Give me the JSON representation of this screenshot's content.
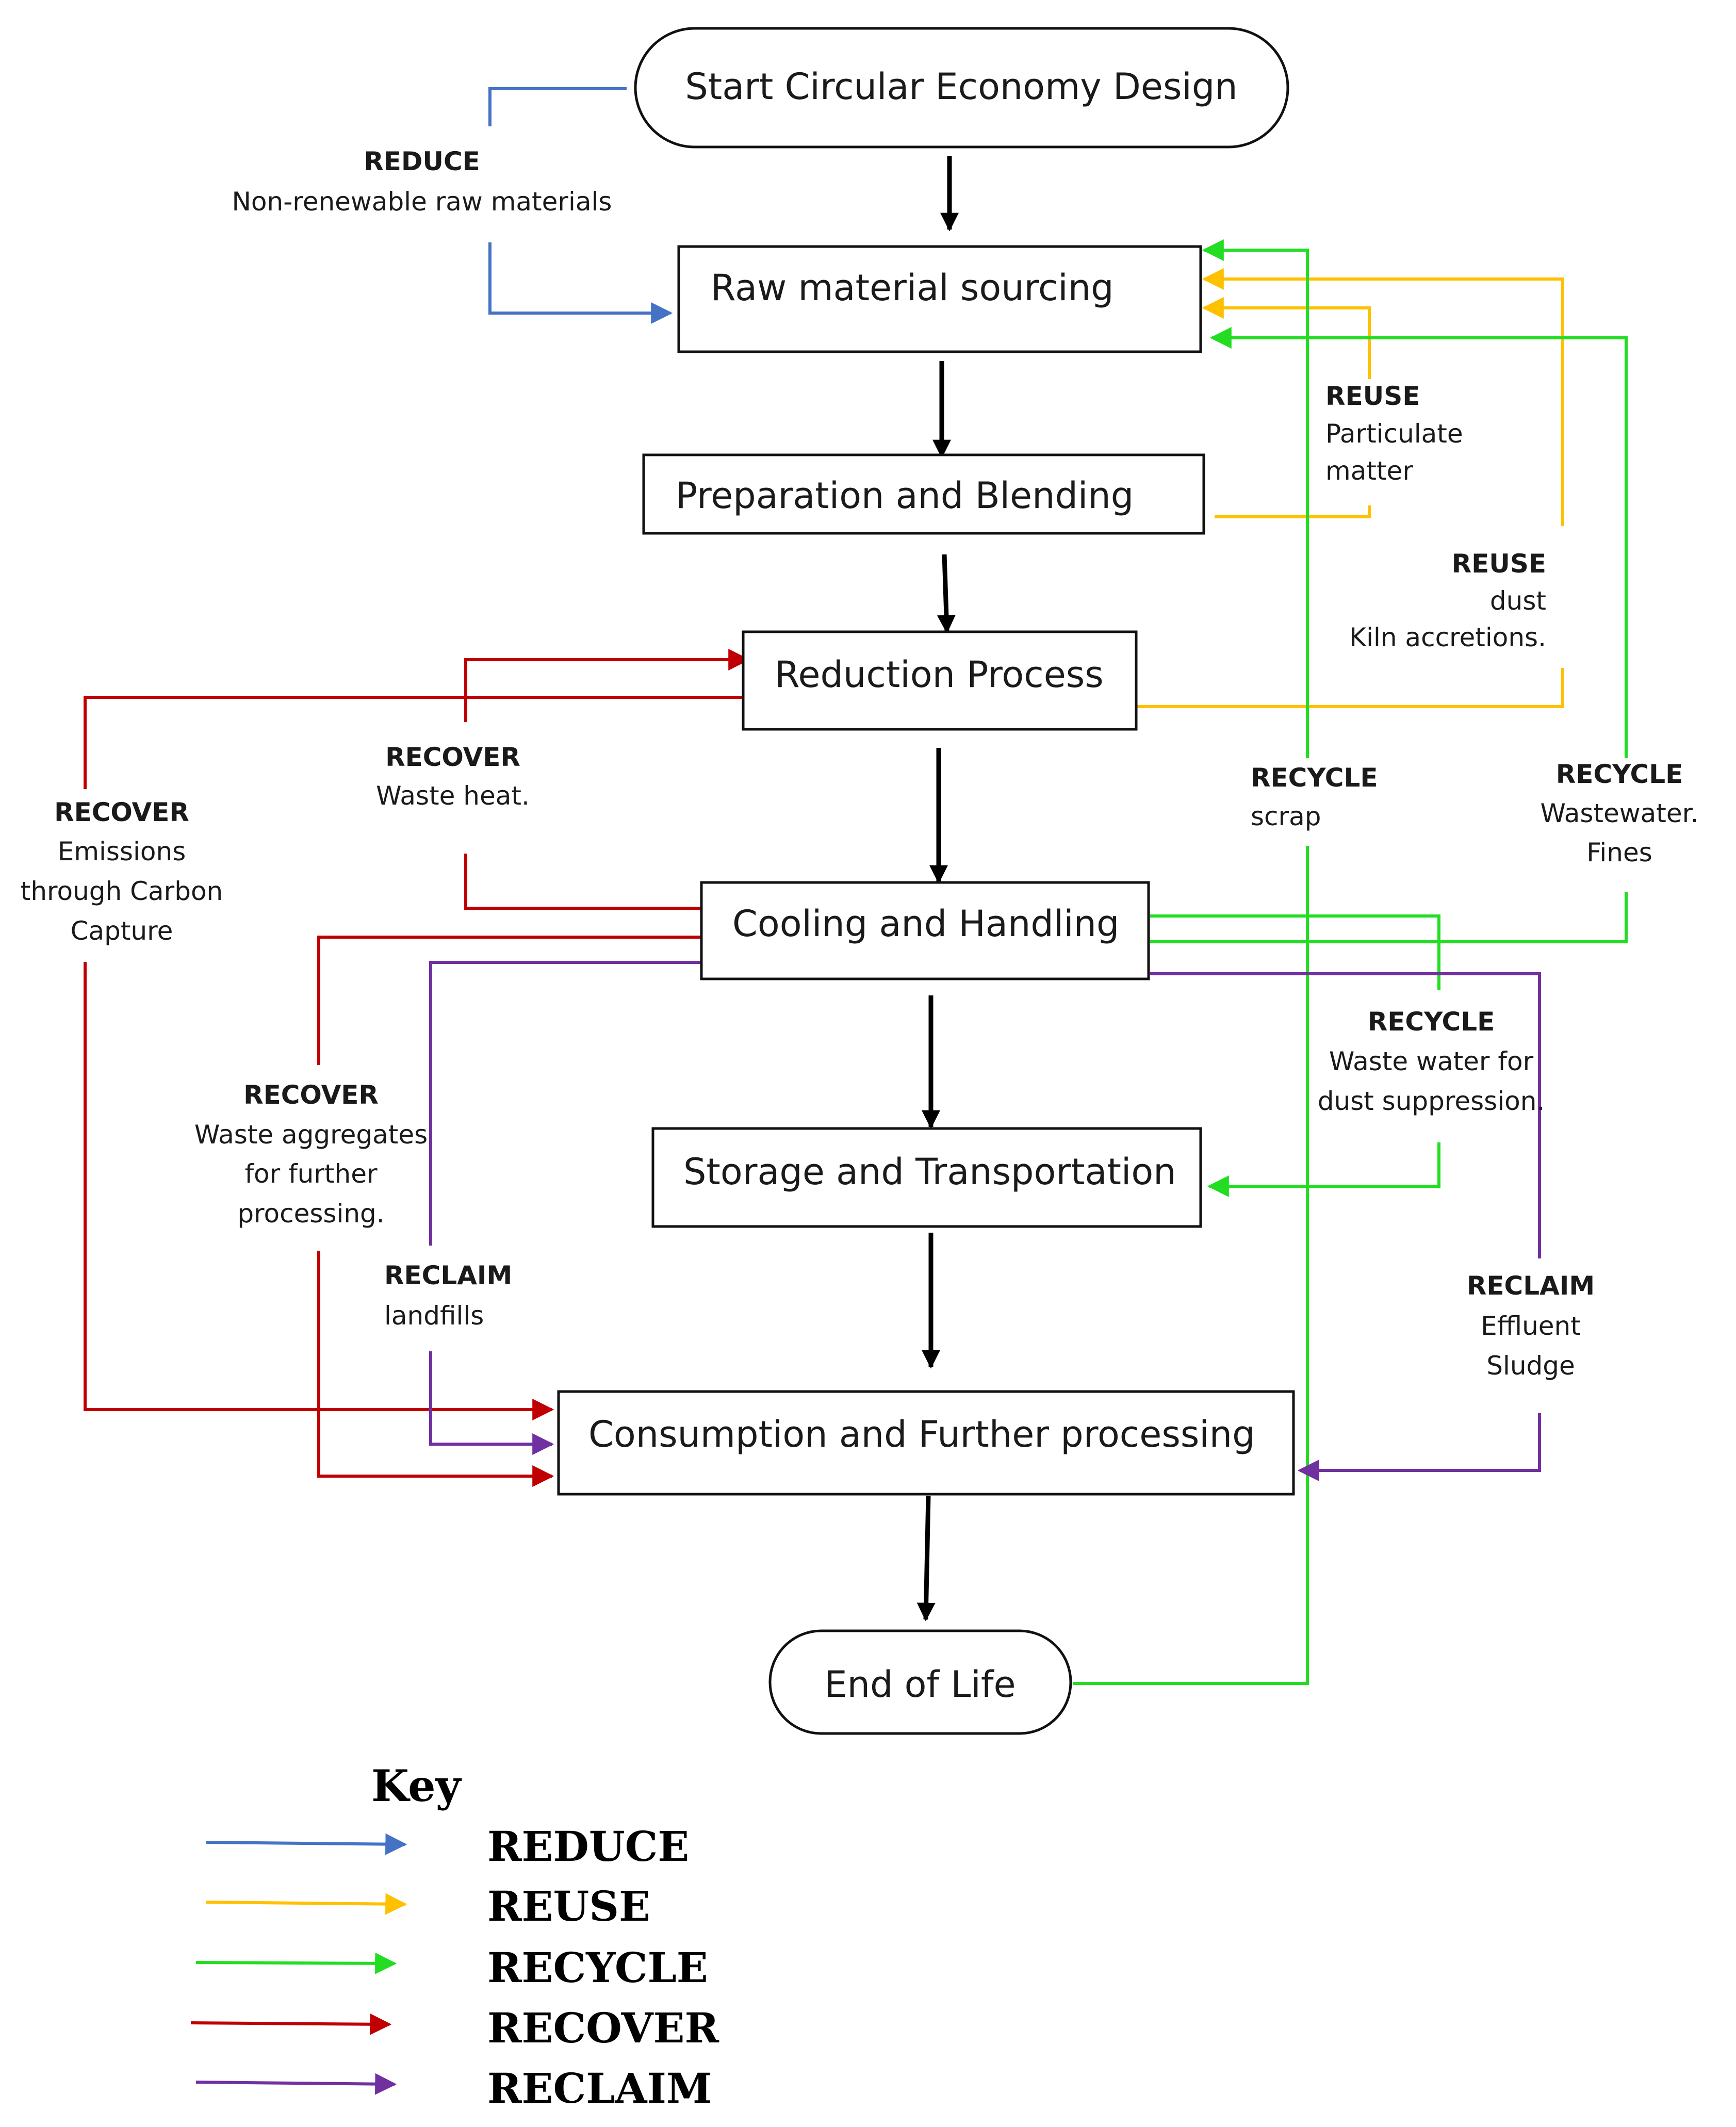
{
  "colors": {
    "reduce": "#4472c4",
    "reuse": "#ffc000",
    "recycle": "#22dd22",
    "recover": "#c00000",
    "reclaim": "#7030a0",
    "main": "#000000"
  },
  "nodes": {
    "start": "Start Circular Economy Design",
    "raw": "Raw material sourcing",
    "prep": "Preparation and Blending",
    "reduction": "Reduction Process",
    "cooling": "Cooling and Handling",
    "storage": "Storage and Transportation",
    "consumption": "Consumption and Further processing",
    "end": "End of Life"
  },
  "labels": {
    "reduce_raw": {
      "head": "REDUCE",
      "lines": [
        "Non-renewable raw  materials"
      ]
    },
    "reuse_particulate": {
      "head": "REUSE",
      "lines": [
        "Particulate",
        "matter"
      ]
    },
    "reuse_dust": {
      "head": "REUSE",
      "lines": [
        "dust",
        "Kiln accretions."
      ]
    },
    "recover_heat": {
      "head": "RECOVER",
      "lines": [
        "Waste heat."
      ]
    },
    "recover_emissions": {
      "head": "RECOVER",
      "lines": [
        "Emissions",
        "through Carbon",
        "Capture"
      ]
    },
    "recycle_scrap": {
      "head": "RECYCLE",
      "lines": [
        "scrap"
      ]
    },
    "recycle_wastewater": {
      "head": "RECYCLE",
      "lines": [
        "Wastewater.",
        "Fines"
      ]
    },
    "recycle_dust": {
      "head": "RECYCLE",
      "lines": [
        "Waste water for",
        "dust suppression."
      ]
    },
    "recover_aggregates": {
      "head": "RECOVER",
      "lines": [
        "Waste aggregates",
        "for further",
        "processing."
      ]
    },
    "reclaim_landfills": {
      "head": "RECLAIM",
      "lines": [
        "landfills"
      ]
    },
    "reclaim_effluent": {
      "head": "RECLAIM",
      "lines": [
        "Effluent",
        "Sludge"
      ]
    }
  },
  "key": {
    "title": "Key",
    "items": [
      {
        "label": "REDUCE",
        "color": "#4472c4"
      },
      {
        "label": "REUSE",
        "color": "#ffc000"
      },
      {
        "label": "RECYCLE",
        "color": "#22dd22"
      },
      {
        "label": "RECOVER",
        "color": "#c00000"
      },
      {
        "label": "RECLAIM",
        "color": "#7030a0"
      }
    ]
  }
}
